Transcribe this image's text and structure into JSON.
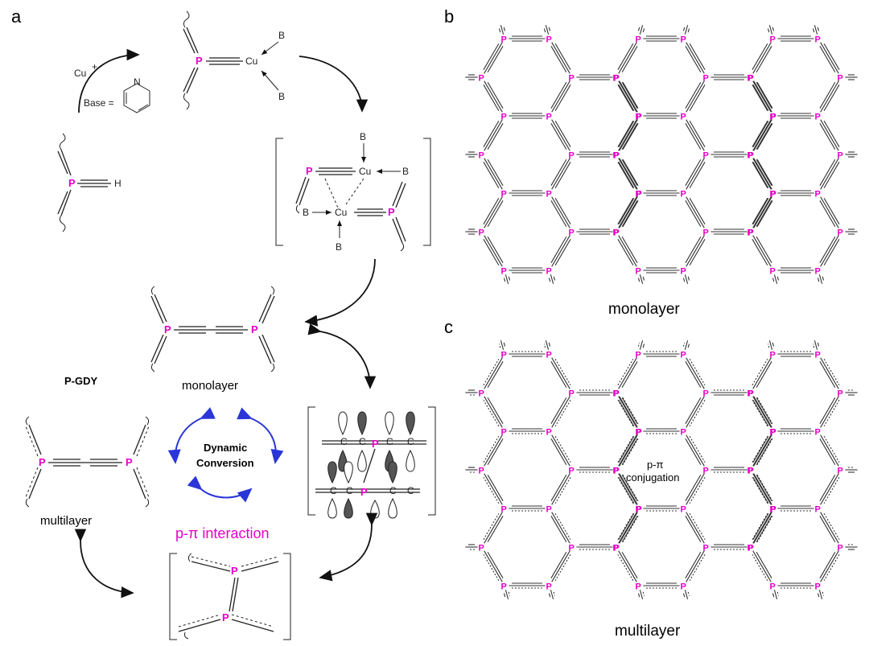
{
  "panels": {
    "a": "a",
    "b": "b",
    "c": "c"
  },
  "scheme": {
    "cu_label": "Cu",
    "cu_superscript": "+",
    "base_label": "Base =",
    "pyridine_n": "N",
    "b_label": "B",
    "p_label": "P",
    "h_label": "H",
    "c_label": "C",
    "pgdy_label": "P-GDY",
    "monolayer_label": "monolayer",
    "multilayer_label": "multilayer",
    "dynamic_line1": "Dynamic",
    "dynamic_line2": "Conversion",
    "p_pi_interaction": "p-π interaction"
  },
  "lattice_b": {
    "caption": "monolayer"
  },
  "lattice_c": {
    "caption": "multilayer",
    "center_line1": "p-π",
    "center_line2": "conjugation"
  },
  "colors": {
    "phosphorus": "#e600c8",
    "arrow_blue": "#2a36d8"
  }
}
